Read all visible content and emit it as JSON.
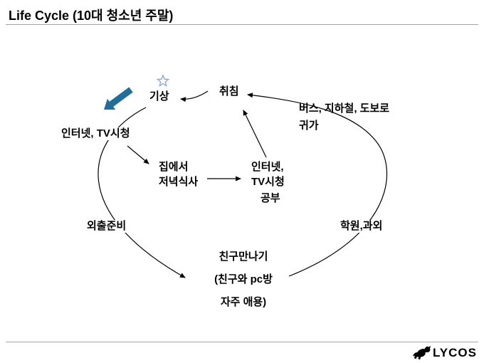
{
  "slide": {
    "title": "Life Cycle (10대 청소년 주말)"
  },
  "colors": {
    "highlight_arrow": "#1f6e9c",
    "star_stroke": "#7fa8d9",
    "diagram_line": "#000000",
    "rule": "#a6a6a6"
  },
  "nodes": {
    "wake": "기상",
    "sleep": "취침",
    "commute_line1": "버스, 지하철, 도보로",
    "commute_line2": "귀가",
    "internet_tv_left": "인터넷, TV시청",
    "dinner_line1": "집에서",
    "dinner_line2": "저녁식사",
    "internet_tv_center_line1": "인터넷,",
    "internet_tv_center_line2": "TV시청",
    "study": "공부",
    "outing_prep": "외출준비",
    "academy": "학원,과외",
    "friends_line1": "친구만나기",
    "friends_line2": "(친구와 pc방",
    "friends_line3": "자주 애용)"
  },
  "logo": {
    "brand": "LYCOS"
  }
}
